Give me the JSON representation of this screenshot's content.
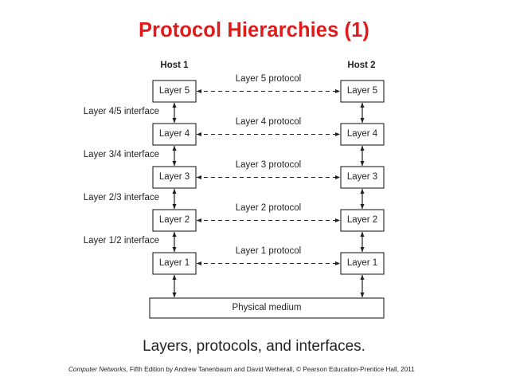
{
  "slide": {
    "title": "Protocol Hierarchies (1)",
    "title_color": "#e01b1b",
    "caption": "Layers, protocols, and interfaces.",
    "background": "#ffffff"
  },
  "diagram": {
    "hosts": [
      {
        "name": "host-1",
        "label": "Host 1"
      },
      {
        "name": "host-2",
        "label": "Host 2"
      }
    ],
    "layers": [
      {
        "index": 5,
        "left_label": "Layer 5",
        "right_label": "Layer 5",
        "protocol_label": "Layer 5 protocol"
      },
      {
        "index": 4,
        "left_label": "Layer 4",
        "right_label": "Layer 4",
        "protocol_label": "Layer 4 protocol"
      },
      {
        "index": 3,
        "left_label": "Layer 3",
        "right_label": "Layer 3",
        "protocol_label": "Layer 3 protocol"
      },
      {
        "index": 2,
        "left_label": "Layer 2",
        "right_label": "Layer 2",
        "protocol_label": "Layer 2 protocol"
      },
      {
        "index": 1,
        "left_label": "Layer 1",
        "right_label": "Layer 1",
        "protocol_label": "Layer 1 protocol"
      }
    ],
    "interfaces": [
      "Layer 4/5 interface",
      "Layer 3/4 interface",
      "Layer 2/3 interface",
      "Layer 1/2 interface"
    ],
    "physical_medium": "Physical medium",
    "stroke_color": "#231f20",
    "box_fill": "#ffffff"
  },
  "credit": {
    "work_title": "Computer Networks",
    "rest": ", Fifth Edition by Andrew Tanenbaum and David Wetherall, © Pearson Education-Prentice Hall, 2011"
  }
}
